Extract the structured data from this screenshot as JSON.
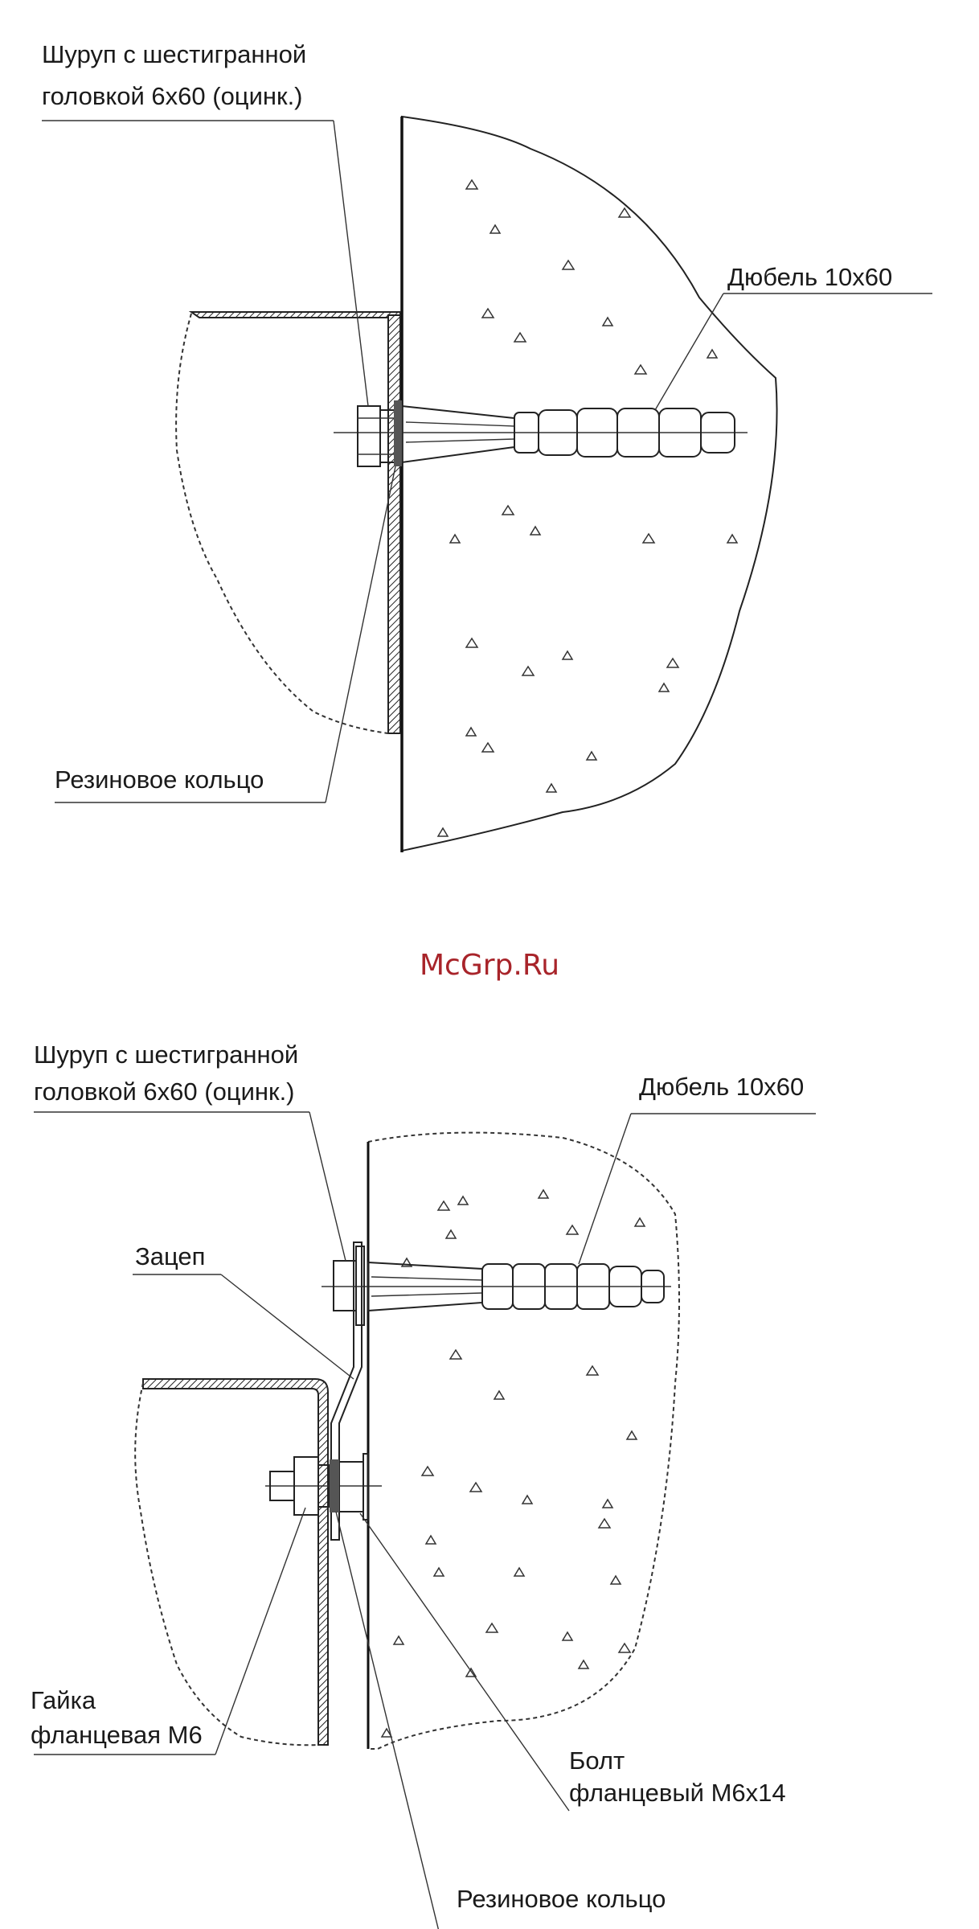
{
  "watermark": "McGrp.Ru",
  "diagram_top": {
    "screw_label_line1": "Шуруп с шестигранной",
    "screw_label_line2": "головкой 6х60 (оцинк.)",
    "dowel_label": "Дюбель 10х60",
    "ring_label": "Резиновое кольцо"
  },
  "diagram_bottom": {
    "screw_label_line1": "Шуруп с шестигранной",
    "screw_label_line2": "головкой 6х60 (оцинк.)",
    "dowel_label": "Дюбель 10х60",
    "hook_label": "Зацеп",
    "nut_label_line1": "Гайка",
    "nut_label_line2": "фланцевая М6",
    "bolt_label_line1": "Болт",
    "bolt_label_line2": "фланцевый М6х14",
    "ring_label": "Резиновое кольцо"
  }
}
